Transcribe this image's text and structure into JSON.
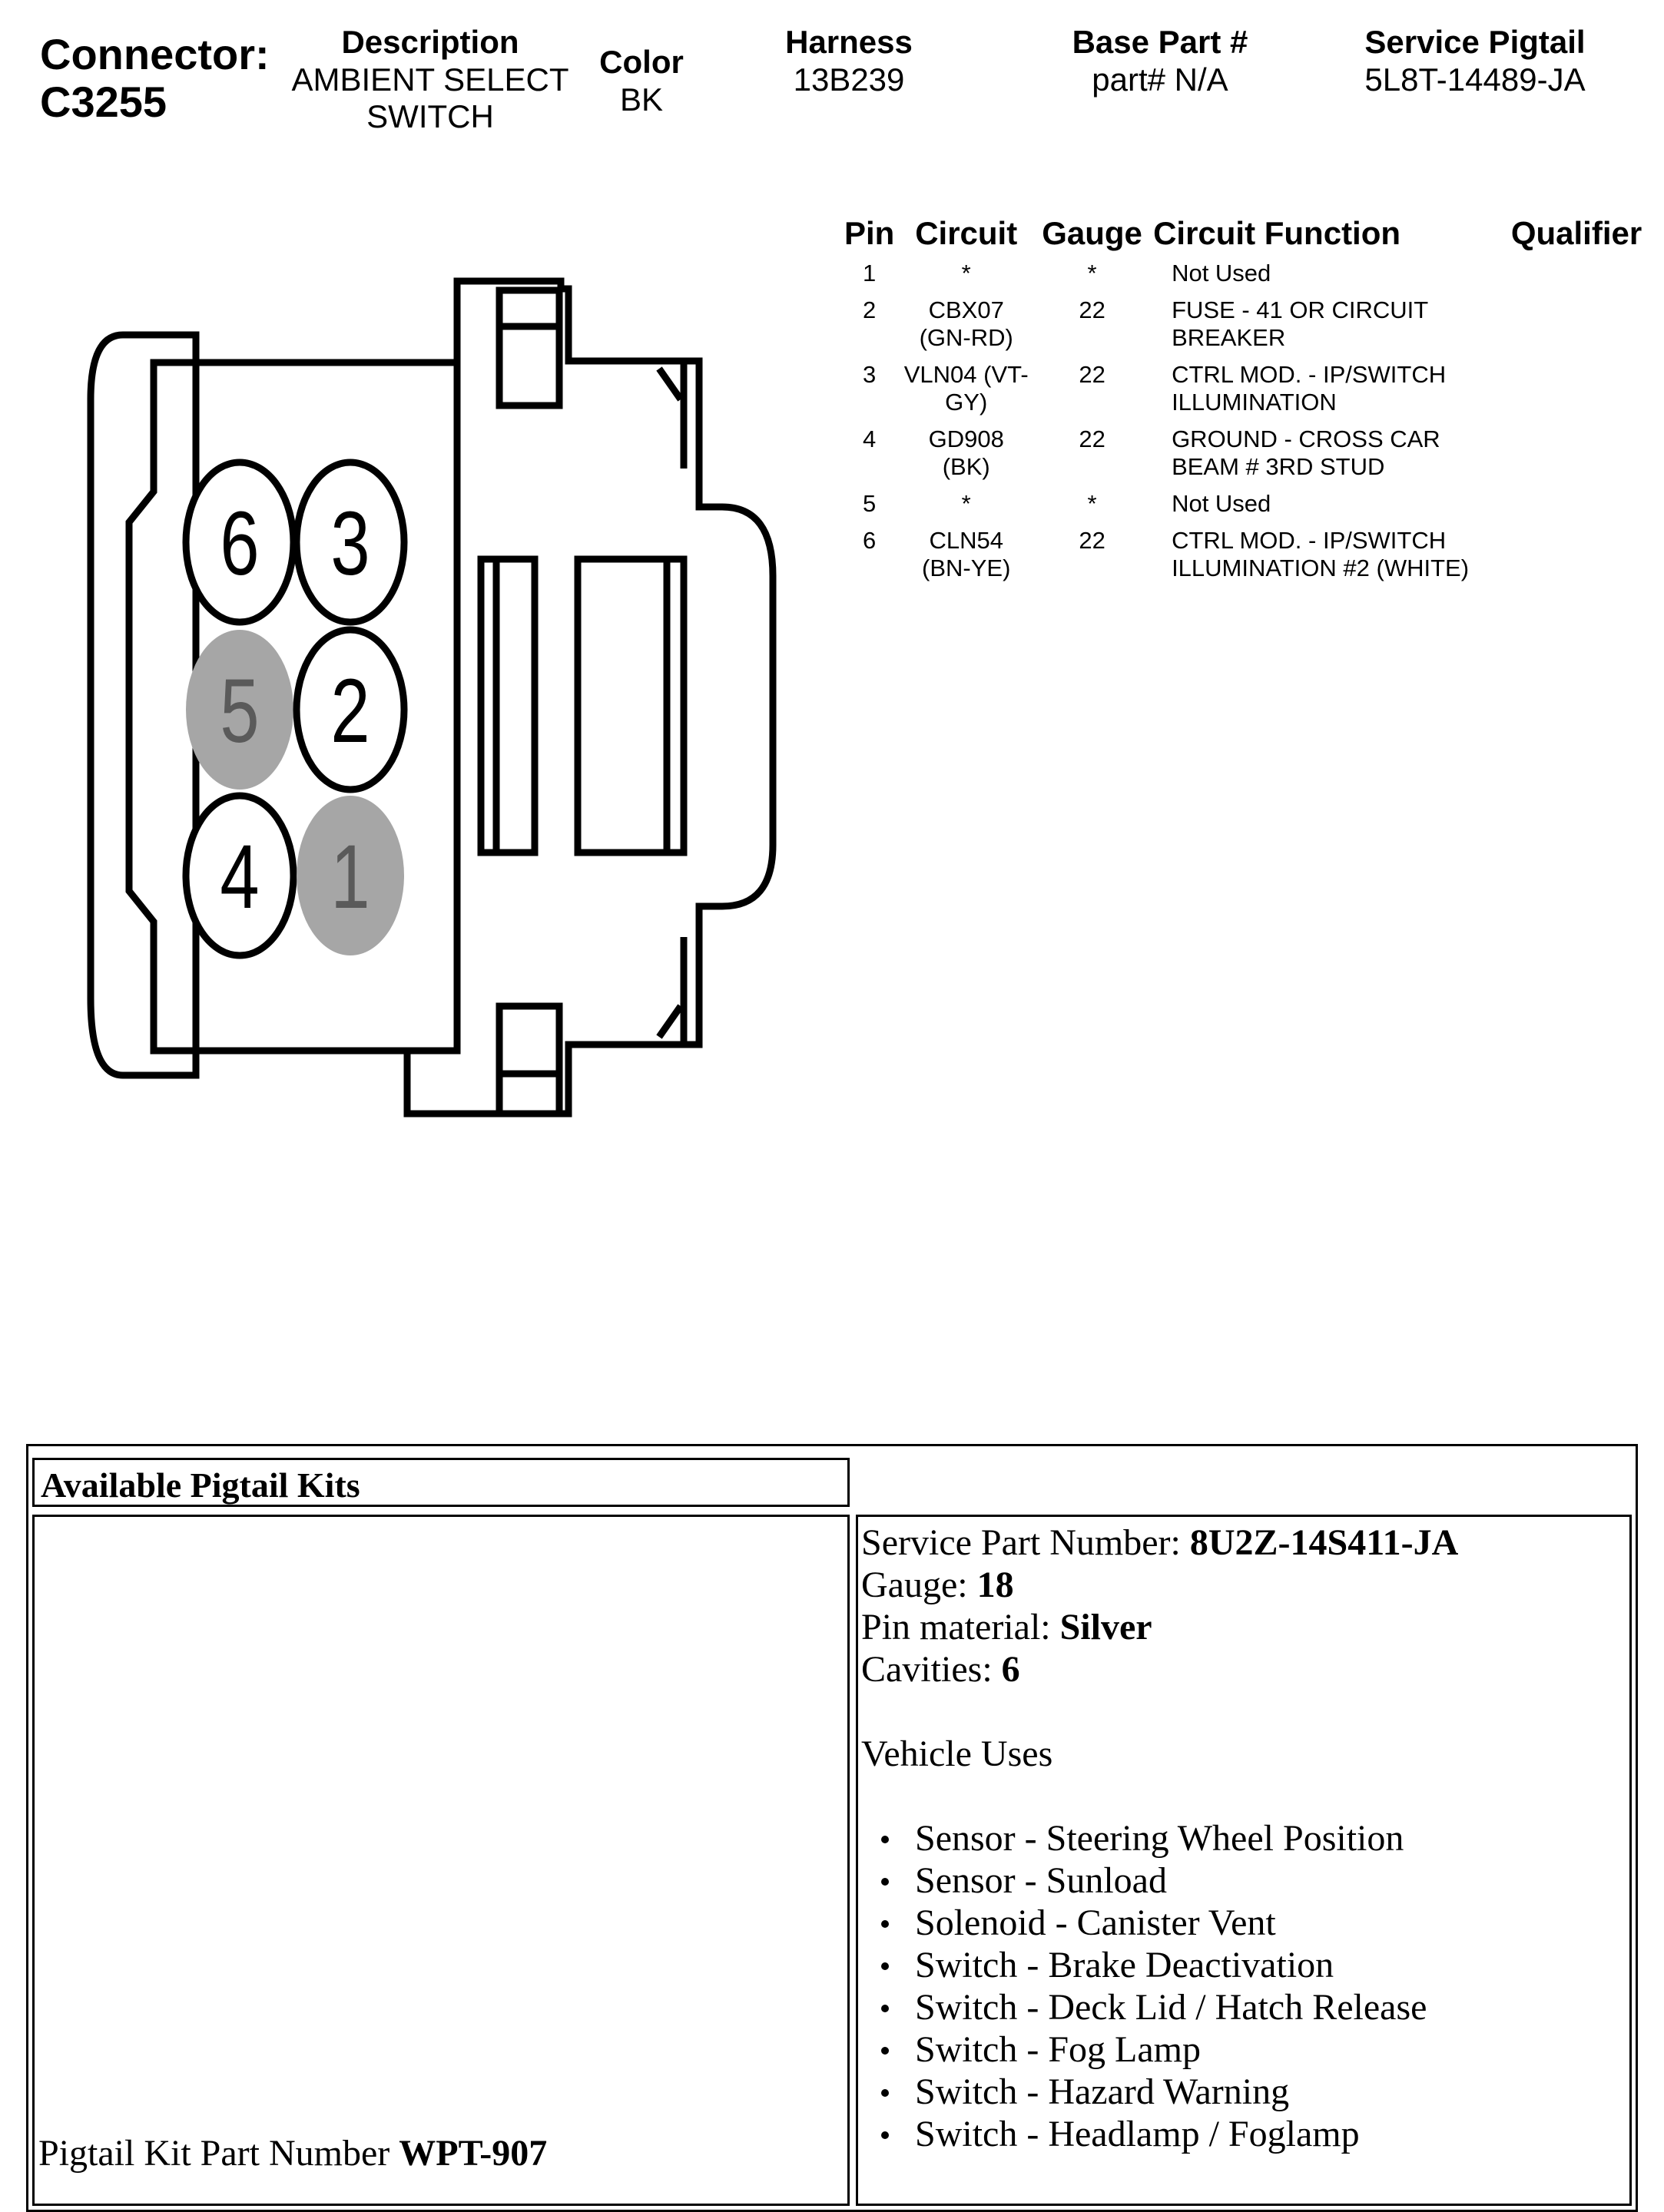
{
  "header": {
    "connector_label": "Connector:",
    "connector_id": "C3255",
    "description_head": "Description",
    "description_line1": "AMBIENT SELECT",
    "description_line2": "SWITCH",
    "color_head": "Color",
    "color": "BK",
    "harness_head": "Harness",
    "harness": "13B239",
    "base_part_head": "Base Part #",
    "base_part": "part# N/A",
    "service_pigtail_head": "Service Pigtail",
    "service_pigtail": "5L8T-14489-JA"
  },
  "connector_face": {
    "pins": [
      {
        "number": "6",
        "used": true
      },
      {
        "number": "3",
        "used": true
      },
      {
        "number": "5",
        "used": false
      },
      {
        "number": "2",
        "used": true
      },
      {
        "number": "4",
        "used": true
      },
      {
        "number": "1",
        "used": false
      }
    ],
    "used_fill": "#ffffff",
    "unused_fill": "#a6a6a6",
    "unused_text": "#5a5a5a"
  },
  "pin_table": {
    "headers": [
      "Pin",
      "Circuit",
      "Gauge",
      "Circuit Function",
      "Qualifier"
    ],
    "rows": [
      {
        "pin": "1",
        "circuit_l1": "*",
        "circuit_l2": "",
        "gauge": "*",
        "func_l1": "Not Used",
        "func_l2": "",
        "qualifier": ""
      },
      {
        "pin": "2",
        "circuit_l1": "CBX07",
        "circuit_l2": "(GN-RD)",
        "gauge": "22",
        "func_l1": "FUSE - 41 OR CIRCUIT",
        "func_l2": "BREAKER",
        "qualifier": ""
      },
      {
        "pin": "3",
        "circuit_l1": "VLN04 (VT-",
        "circuit_l2": "GY)",
        "gauge": "22",
        "func_l1": "CTRL MOD. - IP/SWITCH",
        "func_l2": "ILLUMINATION",
        "qualifier": ""
      },
      {
        "pin": "4",
        "circuit_l1": "GD908",
        "circuit_l2": "(BK)",
        "gauge": "22",
        "func_l1": "GROUND - CROSS CAR",
        "func_l2": "BEAM # 3RD STUD",
        "qualifier": ""
      },
      {
        "pin": "5",
        "circuit_l1": "*",
        "circuit_l2": "",
        "gauge": "*",
        "func_l1": "Not Used",
        "func_l2": "",
        "qualifier": ""
      },
      {
        "pin": "6",
        "circuit_l1": "CLN54",
        "circuit_l2": "(BN-YE)",
        "gauge": "22",
        "func_l1": "CTRL MOD. - IP/SWITCH",
        "func_l2": "ILLUMINATION #2 (WHITE)",
        "qualifier": ""
      }
    ]
  },
  "pigtail": {
    "section_title": "Available Pigtail Kits",
    "kit_part_label": "Pigtail Kit Part Number ",
    "kit_part_value": "WPT-907",
    "service_part_label": "Service Part Number: ",
    "service_part_value": "8U2Z-14S411-JA",
    "gauge_label": "Gauge: ",
    "gauge_value": "18",
    "pin_material_label": "Pin material: ",
    "pin_material_value": "Silver",
    "cavities_label": "Cavities: ",
    "cavities_value": "6",
    "vehicle_uses_title": "Vehicle Uses",
    "vehicle_uses": [
      "Sensor - Steering Wheel Position",
      "Sensor - Sunload",
      "Solenoid - Canister Vent",
      "Switch - Brake Deactivation",
      "Switch - Deck Lid / Hatch Release",
      "Switch - Fog Lamp",
      "Switch - Hazard Warning",
      "Switch - Headlamp / Foglamp"
    ]
  }
}
